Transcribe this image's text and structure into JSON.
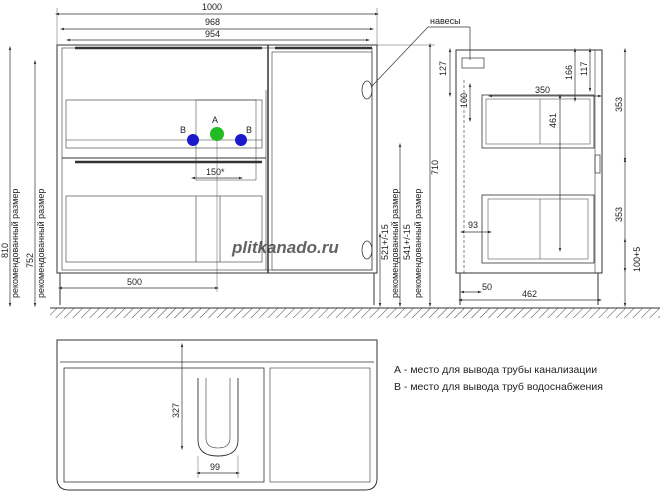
{
  "dims": {
    "d1000": "1000",
    "d968": "968",
    "d954": "954",
    "d810": "810",
    "d752": "752",
    "d500": "500",
    "d150": "150*",
    "d521": "521+/-15",
    "d541": "541+/-15",
    "d710": "710",
    "d127": "127",
    "d117": "117",
    "d166": "166",
    "d100top": "100",
    "d350": "350",
    "d461": "461",
    "d353a": "353",
    "d353b": "353",
    "d93": "93",
    "d50": "50",
    "d462": "462",
    "d100_5": "100+5",
    "d327": "327",
    "d99": "99"
  },
  "labels": {
    "rec1": "рекомендованный размер",
    "rec2": "рекомендованный размер",
    "rec3": "рекомендованный размер",
    "rec4": "рекомендованный размер",
    "hinges": "навесы",
    "pointA": "A",
    "pointB1": "B",
    "pointB2": "B",
    "watermark": "plitkanado.ru"
  },
  "legend": {
    "a": "А - место для вывода трубы канализации",
    "b": "В - место для вывода труб водоснабжения"
  },
  "colors": {
    "line": "#333333",
    "sewer_marker": "#22bb22",
    "water_marker": "#1a1acc",
    "floor_hatch": "#444444"
  }
}
